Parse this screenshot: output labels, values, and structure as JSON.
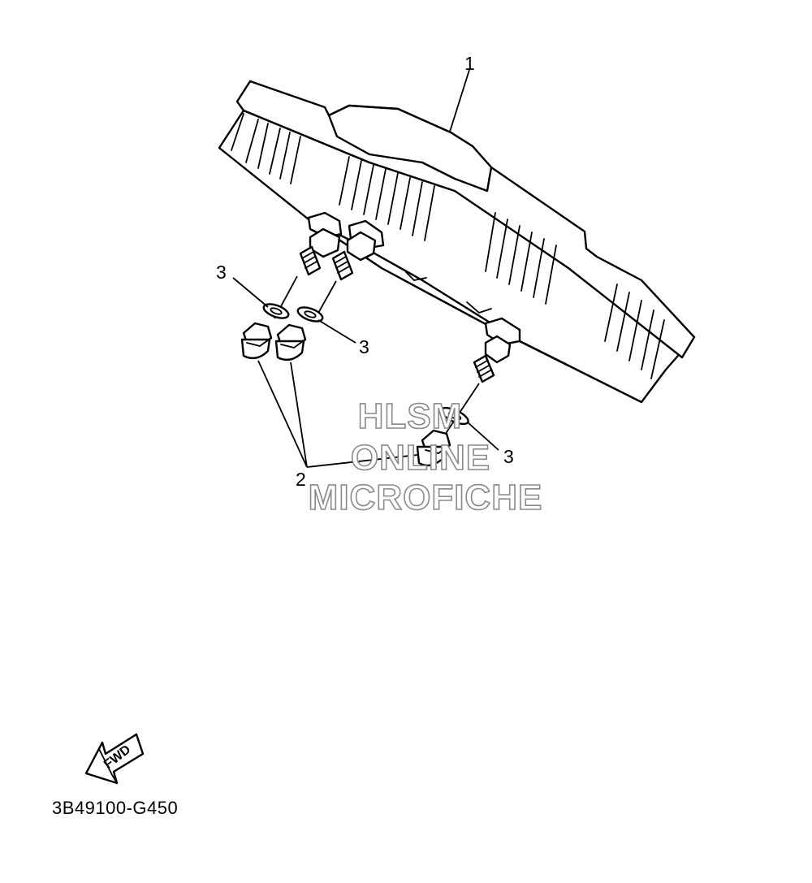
{
  "callouts": {
    "meter_assembly": "1",
    "nut": "2",
    "washer_left": "3",
    "washer_middle": "3",
    "washer_right": "3"
  },
  "fwd_arrow_label": "FWD",
  "diagram_code": "3B49100-G450",
  "watermark": {
    "line1": "HLSM",
    "line2": "ONLINE",
    "line3": "MICROFICHE",
    "color": "#8a8a8a"
  }
}
